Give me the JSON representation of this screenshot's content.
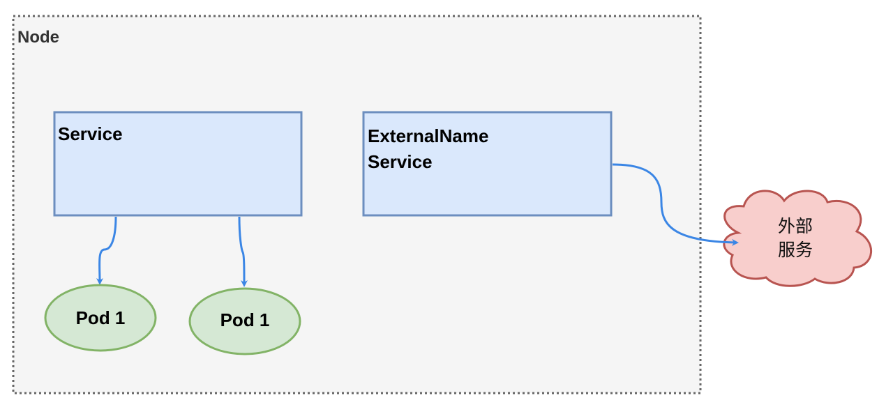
{
  "node": {
    "label": "Node"
  },
  "service": {
    "label": "Service"
  },
  "external_service": {
    "line1": "ExternalName",
    "line2": "Service"
  },
  "pods": [
    {
      "label": "Pod 1"
    },
    {
      "label": "Pod 1"
    }
  ],
  "external": {
    "line1": "外部",
    "line2": "服务"
  },
  "colors": {
    "node_fill": "#f5f5f5",
    "node_border": "#666666",
    "service_fill": "#dae8fc",
    "service_border": "#6c8ebf",
    "pod_fill": "#d5e8d4",
    "pod_border": "#82b366",
    "cloud_fill": "#f8cecc",
    "cloud_border": "#b85450",
    "arrow": "#3b86e5"
  }
}
